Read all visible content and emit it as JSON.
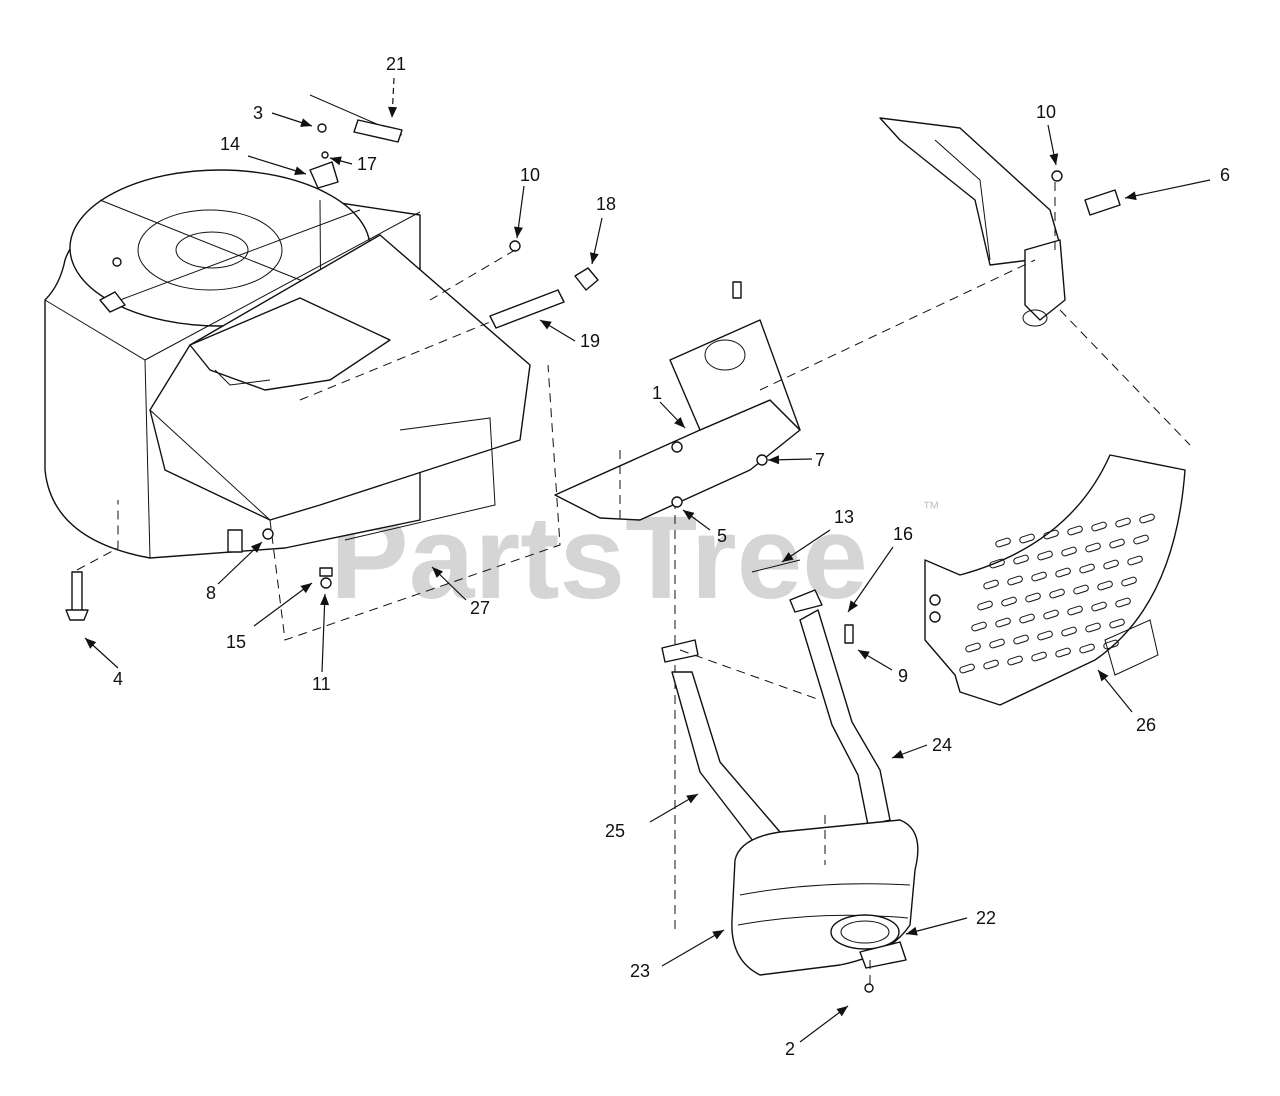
{
  "watermark": {
    "text": "PartsTree",
    "mark": "™"
  },
  "callouts": [
    "1",
    "2",
    "3",
    "4",
    "5",
    "6",
    "7",
    "8",
    "9",
    "10",
    "10",
    "11",
    "13",
    "14",
    "15",
    "16",
    "17",
    "18",
    "19",
    "21",
    "22",
    "23",
    "24",
    "25",
    "26",
    "27"
  ]
}
